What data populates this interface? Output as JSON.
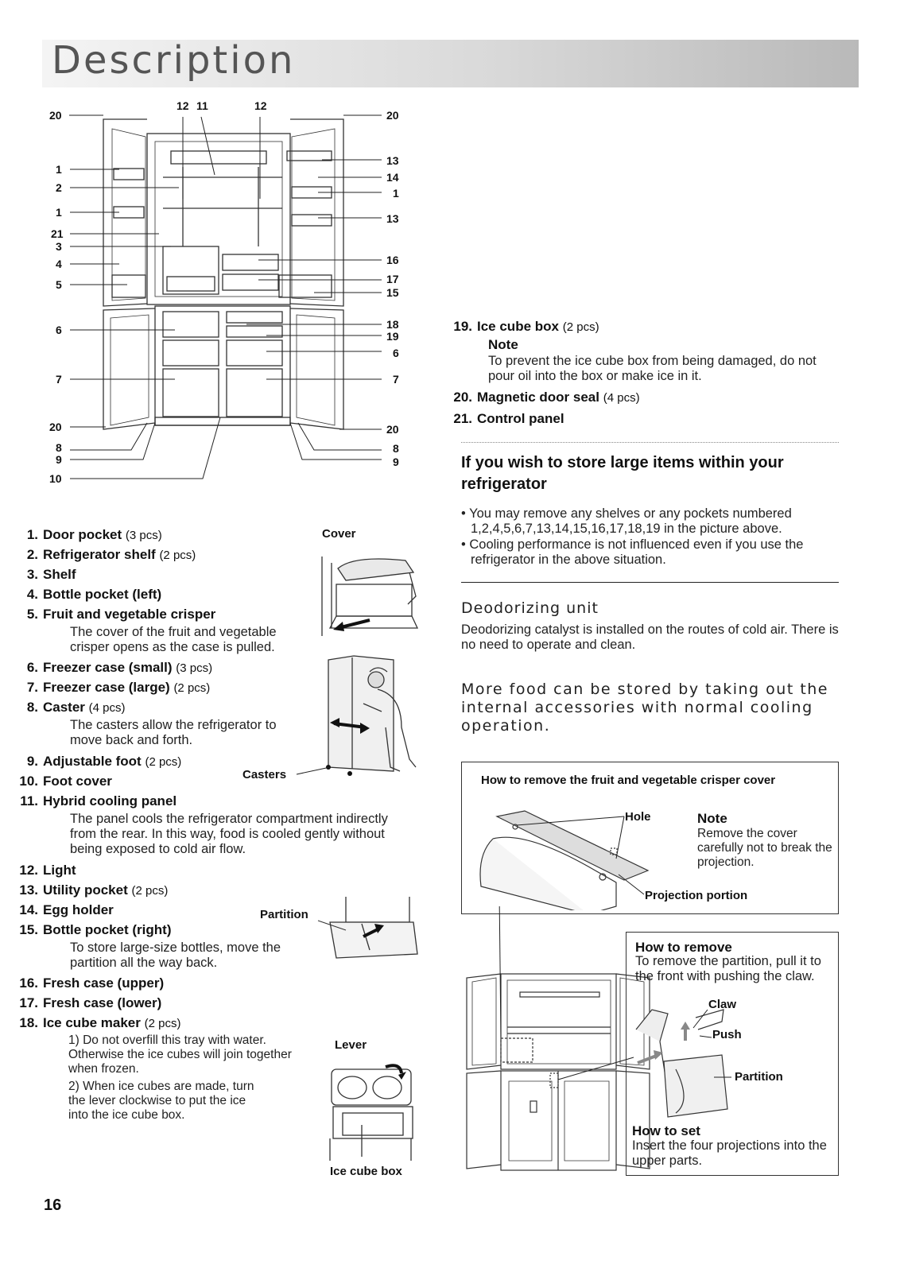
{
  "page": {
    "title": "Description",
    "page_number": "16"
  },
  "fridge_diagram": {
    "callouts_left": [
      "20",
      "1",
      "2",
      "1",
      "21",
      "3",
      "4",
      "5",
      "6",
      "7",
      "20",
      "8",
      "9",
      "10"
    ],
    "callouts_top": [
      "12",
      "11",
      "12"
    ],
    "callouts_right": [
      "20",
      "13",
      "14",
      "1",
      "13",
      "16",
      "17",
      "15",
      "18",
      "19",
      "6",
      "7",
      "20",
      "8",
      "9"
    ]
  },
  "items": [
    {
      "num": "1.",
      "name": "Door pocket",
      "qty": "(3 pcs)"
    },
    {
      "num": "2.",
      "name": "Refrigerator shelf",
      "qty": "(2 pcs)"
    },
    {
      "num": "3.",
      "name": "Shelf",
      "qty": ""
    },
    {
      "num": "4.",
      "name": "Bottle pocket (left)",
      "qty": ""
    },
    {
      "num": "5.",
      "name": "Fruit and vegetable crisper",
      "qty": "",
      "desc": "The cover of the fruit and vegetable crisper opens as the case is pulled."
    },
    {
      "num": "6.",
      "name": "Freezer case (small)",
      "qty": "(3 pcs)"
    },
    {
      "num": "7.",
      "name": "Freezer case (large)",
      "qty": "(2 pcs)"
    },
    {
      "num": "8.",
      "name": "Caster",
      "qty": "(4 pcs)",
      "desc": "The casters allow the refrigerator to move back and forth."
    },
    {
      "num": "9.",
      "name": "Adjustable foot",
      "qty": "(2 pcs)"
    },
    {
      "num": "10.",
      "name": "Foot cover",
      "qty": ""
    },
    {
      "num": "11.",
      "name": "Hybrid cooling panel",
      "qty": "",
      "desc": "The panel cools the refrigerator compartment indirectly from the rear. In this way, food is cooled gently without being exposed to cold air flow."
    },
    {
      "num": "12.",
      "name": "Light",
      "qty": ""
    },
    {
      "num": "13.",
      "name": "Utility pocket",
      "qty": "(2 pcs)"
    },
    {
      "num": "14.",
      "name": "Egg holder",
      "qty": ""
    },
    {
      "num": "15.",
      "name": "Bottle pocket (right)",
      "qty": "",
      "desc": "To store large-size bottles, move the partition all the way back."
    },
    {
      "num": "16.",
      "name": "Fresh case (upper)",
      "qty": ""
    },
    {
      "num": "17.",
      "name": "Fresh case (lower)",
      "qty": ""
    },
    {
      "num": "18.",
      "name": "Ice cube maker",
      "qty": "(2 pcs)",
      "subs": [
        "1) Do not overfill this tray with water. Otherwise the ice cubes will join together when frozen.",
        "2) When ice cubes are made, turn the lever clockwise to put the ice into the ice cube box."
      ]
    },
    {
      "num": "19.",
      "name": "Ice cube box",
      "qty": "(2 pcs)",
      "note_label": "Note",
      "note": "To prevent the ice cube box from being damaged, do not pour oil into the box or make ice in it."
    },
    {
      "num": "20.",
      "name": "Magnetic door seal",
      "qty": "(4 pcs)"
    },
    {
      "num": "21.",
      "name": "Control panel",
      "qty": ""
    }
  ],
  "small_figures": {
    "cover": "Cover",
    "casters": "Casters",
    "partition": "Partition",
    "lever": "Lever",
    "ice_cube_box": "Ice cube box"
  },
  "large_items": {
    "heading": "If you wish to store large items within your refrigerator",
    "bullets": [
      "You may remove any shelves or any pockets numbered 1,2,4,5,6,7,13,14,15,16,17,18,19 in the picture above.",
      "Cooling performance is not influenced even if you use the refrigerator in the above situation."
    ]
  },
  "deodorizing": {
    "heading": "Deodorizing unit",
    "text": "Deodorizing catalyst is installed on the routes of cold air. There is no need to operate and clean."
  },
  "more_food": "More food can be stored by taking out the internal accessories with normal cooling operation.",
  "crisper_box": {
    "title": "How to remove the fruit and vegetable crisper cover",
    "hole": "Hole",
    "projection": "Projection portion",
    "note_label": "Note",
    "note": "Remove the cover carefully not to break the projection."
  },
  "partition_box": {
    "remove_title": "How to remove",
    "remove_text": "To remove the partition, pull it to the front with pushing the claw.",
    "claw": "Claw",
    "push": "Push",
    "partition": "Partition",
    "set_title": "How to set",
    "set_text": "Insert the four projections into the upper parts."
  }
}
